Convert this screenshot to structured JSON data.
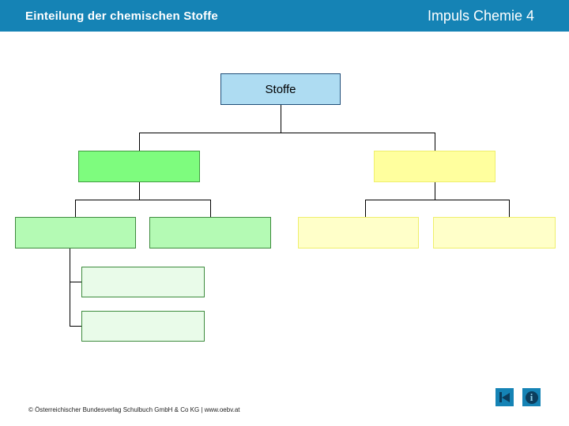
{
  "header": {
    "title": "Einteilung der chemischen Stoffe",
    "brand": "Impuls Chemie 4"
  },
  "diagram": {
    "type": "tree",
    "root": {
      "label": "Stoffe",
      "fill": "#aedcf2"
    },
    "level2": [
      {
        "label": "",
        "fill": "#7efc7e"
      },
      {
        "label": "",
        "fill": "#ffff9e"
      }
    ],
    "level3": [
      {
        "label": "",
        "fill": "#b4fab4"
      },
      {
        "label": "",
        "fill": "#b4fab4"
      },
      {
        "label": "",
        "fill": "#ffffc9"
      },
      {
        "label": "",
        "fill": "#ffffc9"
      }
    ],
    "level4": [
      {
        "label": "",
        "fill": "#e9fbe9"
      },
      {
        "label": "",
        "fill": "#e9fbe9"
      }
    ]
  },
  "footer": {
    "copyright": "© Österreichischer Bundesverlag Schulbuch GmbH & Co KG | www.oebv.at"
  },
  "nav": {
    "back_icon": "skip-to-start",
    "info_icon": "info"
  },
  "colors": {
    "header_bg": "#1583b5",
    "root_fill": "#aedcf2",
    "root_border": "#1f4e79",
    "green_fill": "#7efc7e",
    "green_border": "#3f9b3f",
    "light_green_fill": "#b4fab4",
    "pale_green_fill": "#e9fbe9",
    "dark_green_border": "#3d8b3d",
    "yellow_fill": "#ffff9e",
    "light_yellow_fill": "#ffffc9",
    "yellow_border": "#efef6b",
    "connector": "#000000",
    "nav_button_bg": "#1583b5",
    "nav_icon": "#0b3d5d"
  }
}
